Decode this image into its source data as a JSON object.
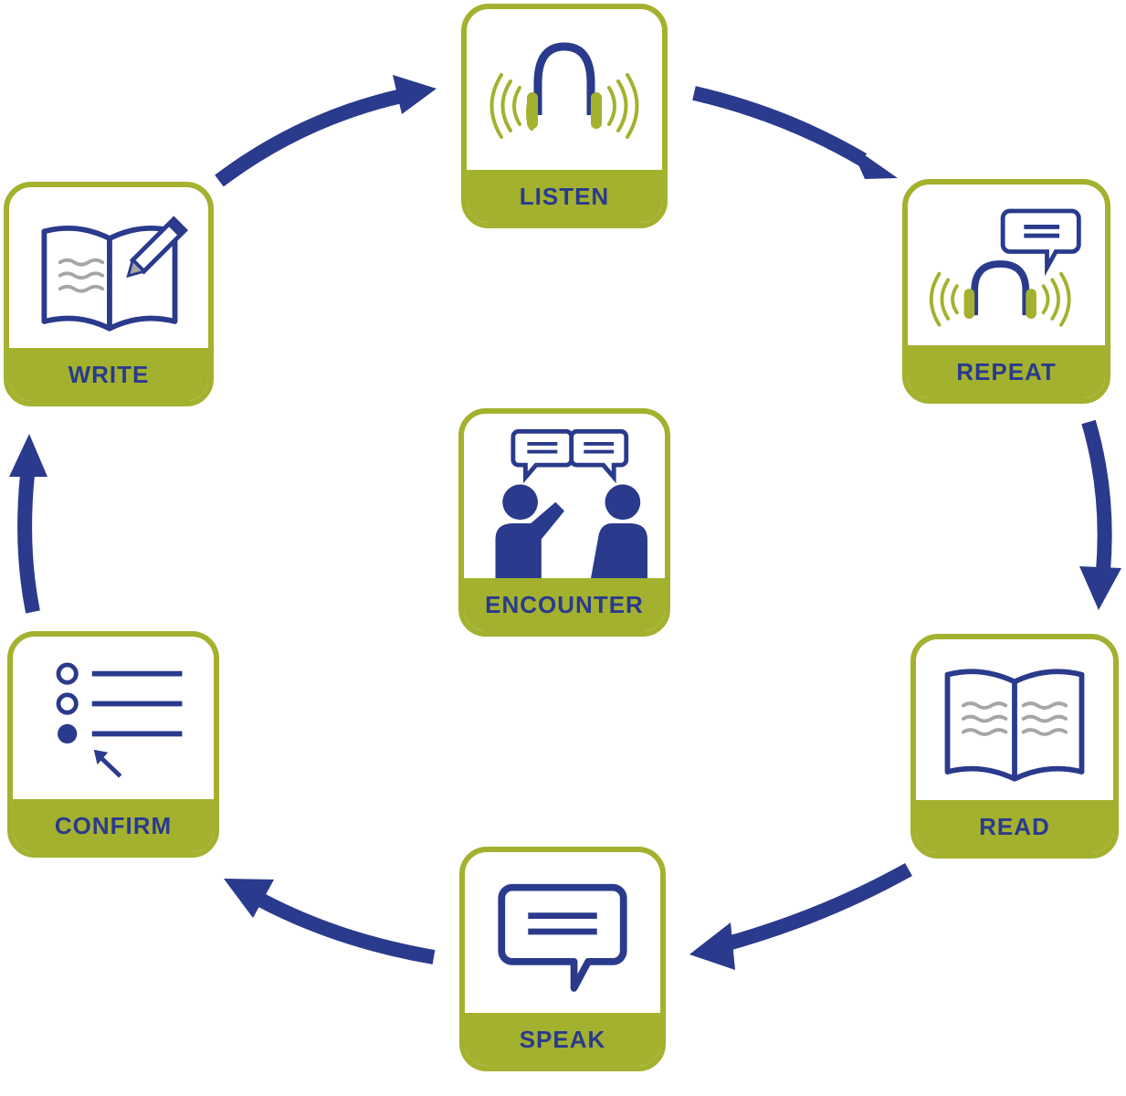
{
  "colors": {
    "accent": "#a3b12f",
    "navy": "#2a3a8c",
    "gray": "#a6a6a6"
  },
  "stages": {
    "listen": {
      "label": "LISTEN",
      "icon": "headphones-icon"
    },
    "repeat": {
      "label": "REPEAT",
      "icon": "headphones-speech-icon"
    },
    "read": {
      "label": "READ",
      "icon": "open-book-icon"
    },
    "speak": {
      "label": "SPEAK",
      "icon": "speech-bubble-icon"
    },
    "confirm": {
      "label": "CONFIRM",
      "icon": "checklist-cursor-icon"
    },
    "write": {
      "label": "WRITE",
      "icon": "book-pencil-icon"
    },
    "encounter": {
      "label": "ENCOUNTER",
      "icon": "two-people-talking-icon"
    }
  },
  "cycle_order": [
    "listen",
    "repeat",
    "read",
    "speak",
    "confirm",
    "write"
  ]
}
